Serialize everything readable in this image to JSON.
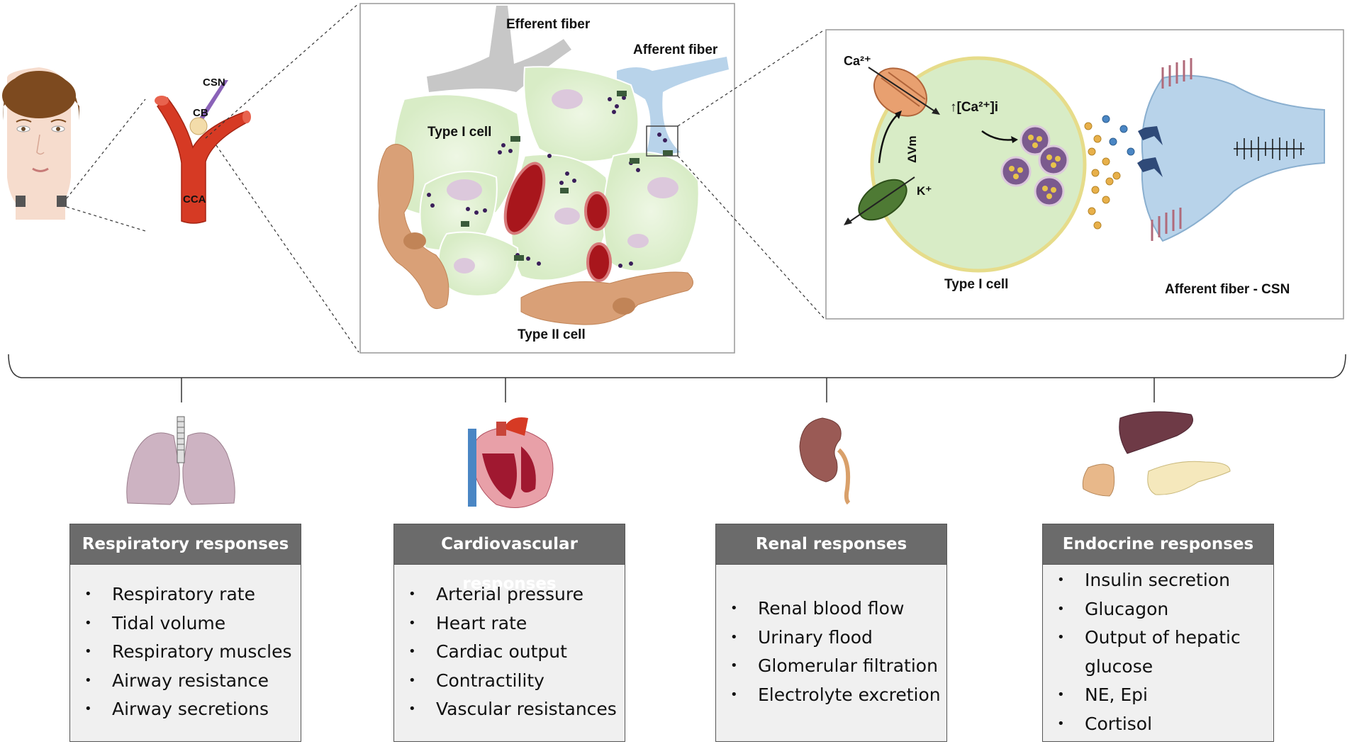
{
  "labels": {
    "csn": "CSN",
    "cb": "CB",
    "cca": "CCA",
    "efferent_fiber": "Efferent fiber",
    "afferent_fiber": "Afferent fiber",
    "type1_cell": "Type I cell",
    "type2_cell": "Type II cell",
    "ca_ion": "Ca²⁺",
    "ca_intracellular": "↑[Ca²⁺]i",
    "delta_vm": "ΔVm",
    "k_ion": "K⁺",
    "type1_cell_zoom": "Type I cell",
    "afferent_csn": "Afferent fiber - CSN"
  },
  "responses": [
    {
      "title": "Respiratory responses",
      "items": [
        "Respiratory rate",
        "Tidal volume",
        "Respiratory muscles",
        "Airway resistance",
        "Airway secretions"
      ]
    },
    {
      "title": "Cardiovascular responses",
      "items": [
        "Arterial pressure",
        "Heart rate",
        "Cardiac output",
        "Contractility",
        "Vascular resistances"
      ]
    },
    {
      "title": "Renal responses",
      "items": [
        "Renal blood flow",
        "Urinary flood",
        "Glomerular filtration",
        "Electrolyte excretion"
      ]
    },
    {
      "title": "Endocrine responses",
      "items": [
        "Insulin secretion",
        "Glucagon",
        "Output of hepatic glucose",
        "NE, Epi",
        "Cortisol"
      ]
    }
  ],
  "icons": [
    "face-icon",
    "carotid-artery-icon",
    "lungs-icon",
    "heart-icon",
    "kidney-icon",
    "liver-icon",
    "pancreas-icon",
    "adrenal-gland-icon"
  ],
  "colors": {
    "artery": "#d63a24",
    "type1_cell": "#c7e5b5",
    "type2_cell": "#d9a077",
    "red_cell": "#a8161c",
    "afferent_fiber": "#b8d3ea",
    "header_gray": "#6b6b6b"
  }
}
